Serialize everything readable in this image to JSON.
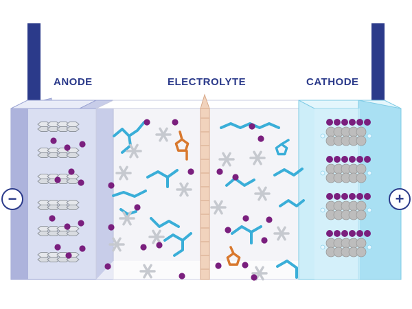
{
  "labels": {
    "anode": "ANODE",
    "electrolyte": "ELECTROLYTE",
    "cathode": "CATHODE"
  },
  "terminals": {
    "negative_symbol": "−",
    "positive_symbol": "+"
  },
  "colors": {
    "terminal_bar": "#2b3a8a",
    "label_text": "#2b3a8a",
    "ion": "#7a1f7e",
    "solvent_molecule": "#3aaed8",
    "additive_molecule": "#d8782e",
    "salt_anion": "#c6c9cf",
    "separator": "#f1d3bd",
    "anode_panel": "#c9cde8",
    "cathode_panel": "#bfe8f6",
    "graphite": "#aab0b8",
    "cathode_atom": "#bdbdbd"
  },
  "icons": {
    "negative_terminal": "minus-circle-icon",
    "positive_terminal": "plus-circle-icon"
  }
}
